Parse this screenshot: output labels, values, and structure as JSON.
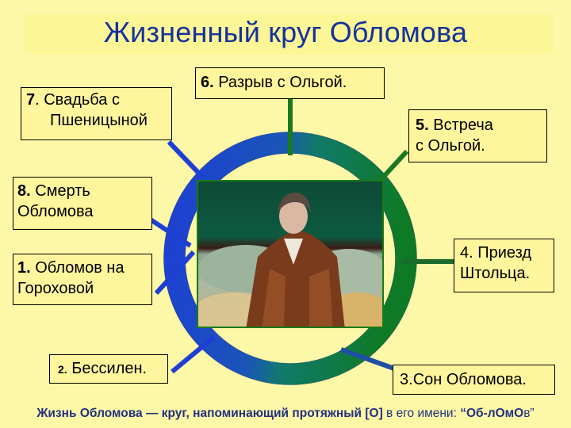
{
  "title": "Жизненный круг Обломова",
  "stages": [
    {
      "id": 1,
      "num": "1.",
      "text_line1": "Обломов на",
      "text_line2": "Гороховой"
    },
    {
      "id": 2,
      "num": "2.",
      "text_line1": "Бессилен."
    },
    {
      "id": 3,
      "num": "3.",
      "text_line1": "Сон Обломова."
    },
    {
      "id": 4,
      "num": "4.",
      "text_line1": "Приезд",
      "text_line2": "Штольца."
    },
    {
      "id": 5,
      "num": "5.",
      "text_line1": "Встреча",
      "text_line2": "с Ольгой."
    },
    {
      "id": 6,
      "num": "6.",
      "text_line1": "Разрыв с Ольгой."
    },
    {
      "id": 7,
      "num": "7",
      "text_line1": ". Свадьба с",
      "text_line2": "Пшеницыной"
    },
    {
      "id": 8,
      "num": "8.",
      "text_line1": "Смерть",
      "text_line2": "Обломова"
    }
  ],
  "center_image": {
    "description": "Oblomov seated on a sofa in a patterned dressing gown"
  },
  "footer": {
    "part1": "Жизнь Обломова — круг, напоминающий протяжный [О]",
    "part2": " в его имени: ",
    "part3": "“Об-лОмО",
    "part4": "в”"
  },
  "colors": {
    "background": "#fdf7a8",
    "title": "#16329b",
    "ring_blue": "#1f3fd0",
    "ring_green": "#0f7a2a",
    "footer": "#22307e"
  }
}
